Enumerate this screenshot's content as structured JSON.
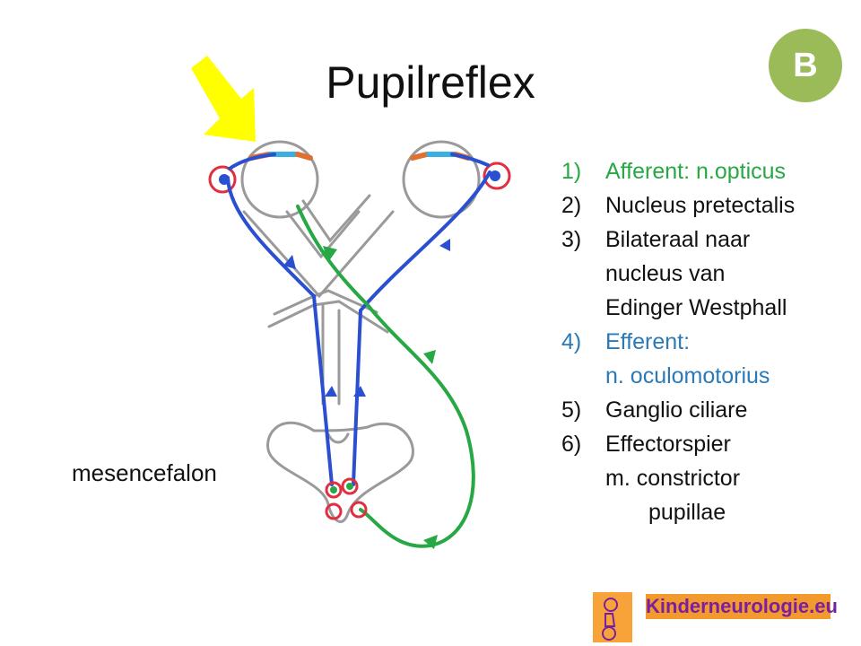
{
  "slide": {
    "title": "Pupilreflex",
    "badge": "B",
    "diagram_label": "mesencefalon"
  },
  "steps": [
    {
      "num": "1)",
      "text": "Afferent: n.opticus",
      "color": "#27a844"
    },
    {
      "num": "2)",
      "text": "Nucleus pretectalis"
    },
    {
      "num": "3)",
      "text": "Bilateraal naar",
      "lines": [
        "nucleus van",
        "Edinger Westphall"
      ]
    },
    {
      "num": "4)",
      "text": "Efferent:",
      "lines": [
        "n. oculomotorius"
      ],
      "color": "#2a7ab8"
    },
    {
      "num": "5)",
      "text": "Ganglio ciliare"
    },
    {
      "num": "6)",
      "text": "Effectorspier",
      "lines": [
        "m. constrictor"
      ],
      "extra": "pupillae"
    }
  ],
  "logo": {
    "text": "Kinderneurologie.eu"
  },
  "colors": {
    "badge": "#9bbb59",
    "arrow": "#ffff00",
    "afferent_green": "#27a844",
    "efferent_blue": "#2a7ab8",
    "outline_gray": "#9a9a9a",
    "red": "#e03040",
    "logo_orange": "#f39a2e",
    "logo_text": "#7a1fa0"
  }
}
